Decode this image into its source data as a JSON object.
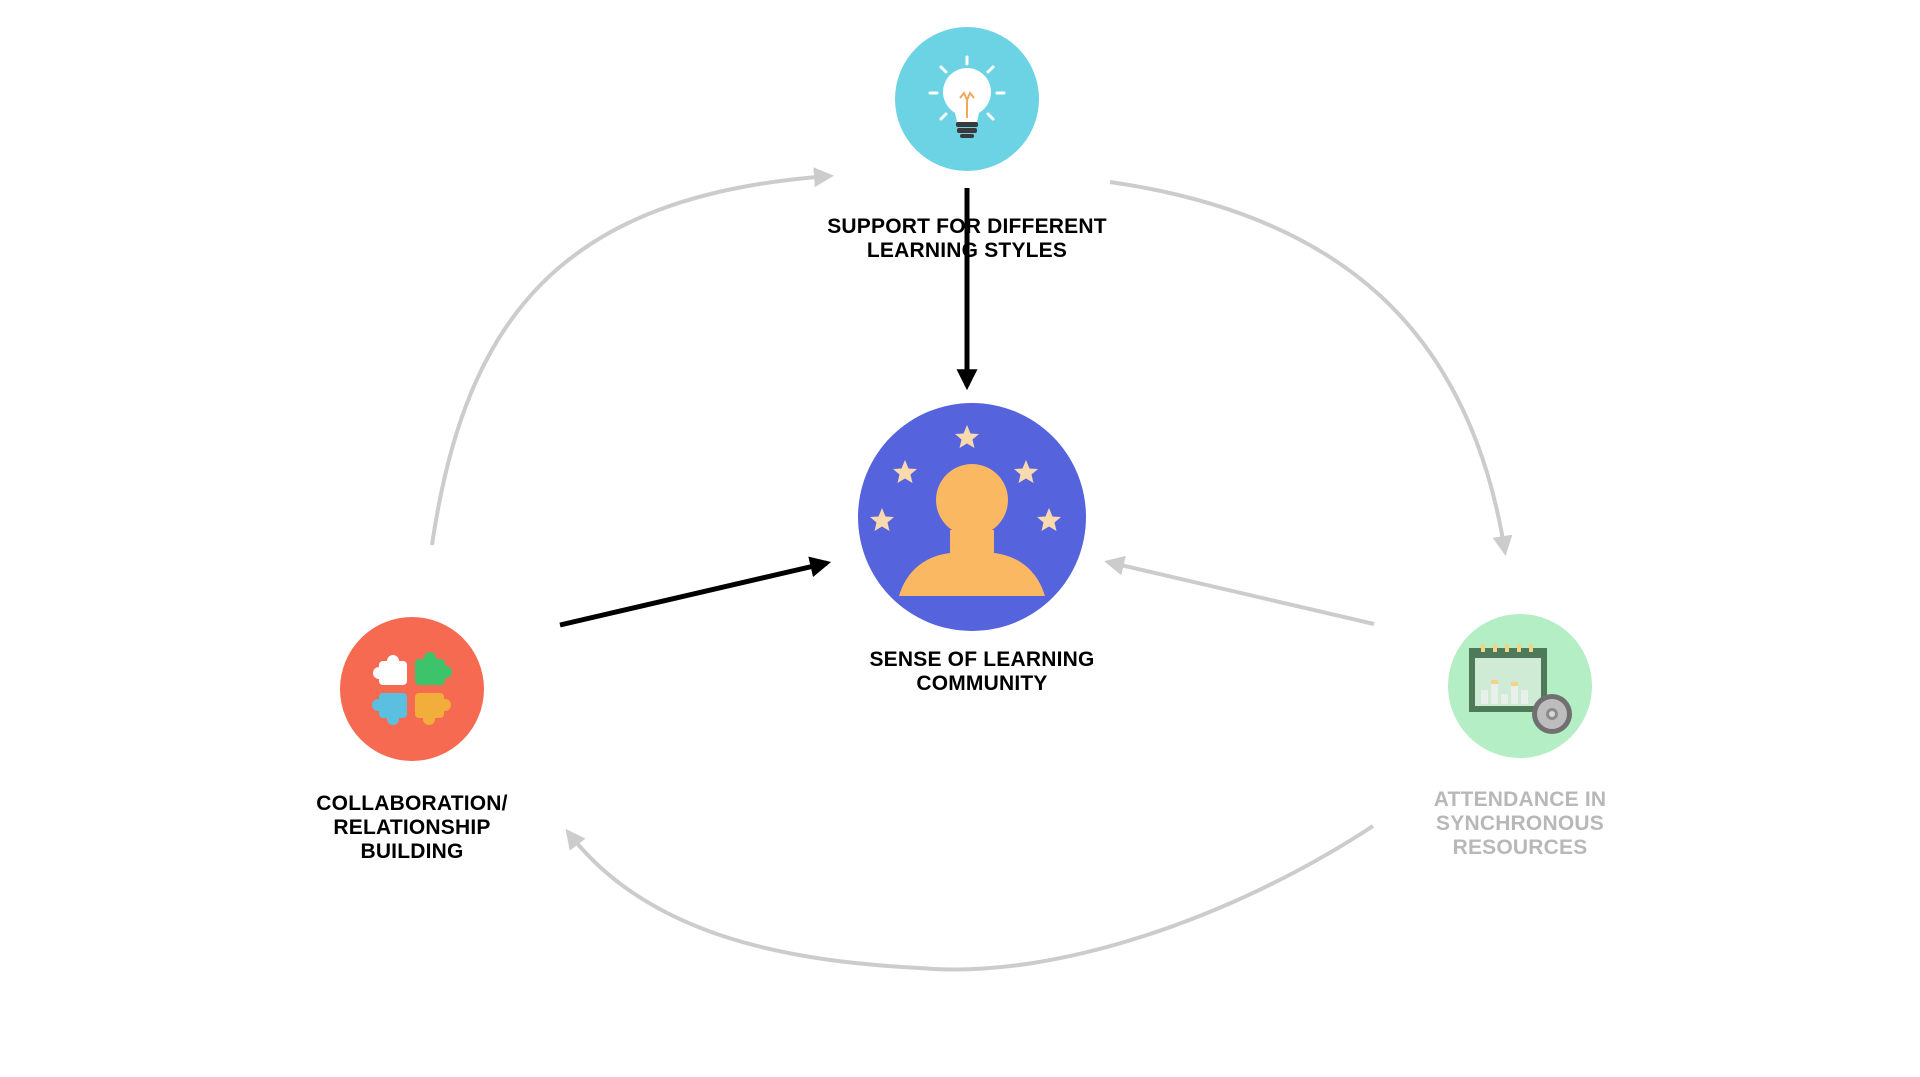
{
  "nodes": {
    "support": {
      "icon": "lightbulb-icon",
      "lines": [
        "SUPPORT FOR DIFFERENT",
        "LEARNING STYLES"
      ],
      "color": "#6BD3E3",
      "text_color": "#000000"
    },
    "community": {
      "icon": "person-stars-icon",
      "lines": [
        "SENSE OF LEARNING",
        "COMMUNITY"
      ],
      "color": "#5563DD",
      "text_color": "#000000"
    },
    "collaboration": {
      "icon": "puzzle-pieces-icon",
      "lines": [
        "COLLABORATION/",
        "RELATIONSHIP",
        "BUILDING"
      ],
      "color": "#F66A52",
      "text_color": "#000000"
    },
    "attendance": {
      "icon": "calendar-chart-disc-icon",
      "lines": [
        "ATTENDANCE IN",
        "SYNCHRONOUS",
        "RESOURCES"
      ],
      "color": "#B3EEC4",
      "text_color": "#B8B8B8"
    }
  },
  "colors": {
    "strong_arrow": "#000000",
    "faded_arrow": "#CCCCCC"
  }
}
